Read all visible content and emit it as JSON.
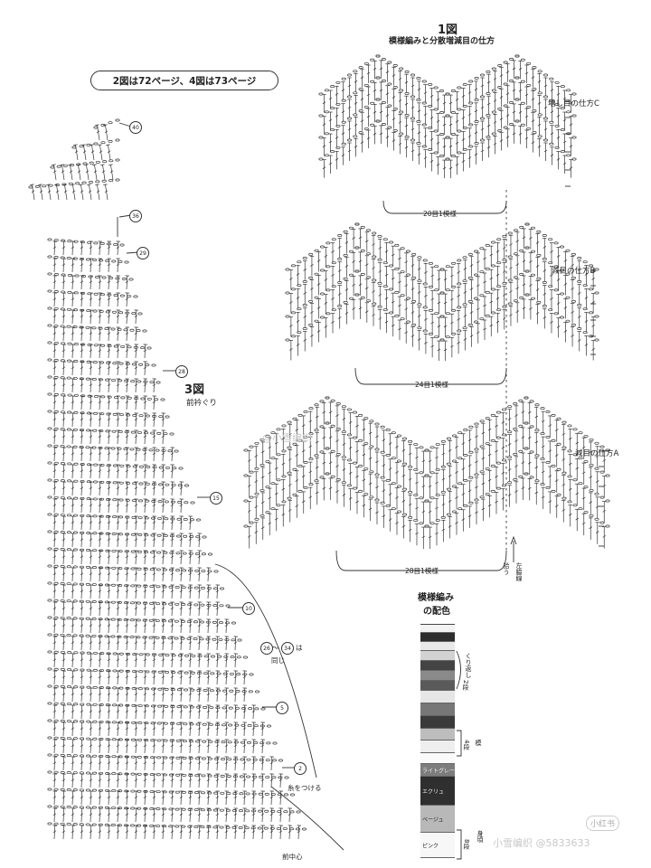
{
  "note": "2図は72ページ、4図は73ページ",
  "fig1": {
    "title": "1図",
    "subtitle": "模様編みと分散増減目の仕方",
    "label_c": "増し目の仕方C",
    "label_b": "減目の仕方B",
    "label_a": "減目の仕方A",
    "rep20": "20目1模様",
    "rep24": "24目1模様",
    "rep28": "28目1模様",
    "kou": "拾う",
    "center": "左脇線"
  },
  "fig3": {
    "title": "3図",
    "subtitle": "前衿ぐり",
    "row40": "40",
    "row36": "36",
    "row29": "29",
    "row28": "28",
    "row15": "15",
    "row10": "10",
    "row26": "26",
    "row34": "34",
    "wa": "は",
    "onaji": "同じ",
    "row5": "5",
    "row2": "2",
    "ito": "糸をつける",
    "maecenter": "前中心"
  },
  "colors": {
    "title": "模様編み",
    "title2": "の配色",
    "kurikaeshi": "くり返し",
    "dan2": "2段",
    "dan4": "4段",
    "mo": "模",
    "shiki": "身頃",
    "dan8": "8段",
    "light_grey": "ライトグレー",
    "ecru": "エクリュ",
    "beige": "ベージュ",
    "pink": "ピンク"
  },
  "watermarks": {
    "w1": "@小雪编织",
    "w2": "小雪编织  @5833633",
    "w3": "小红书"
  }
}
